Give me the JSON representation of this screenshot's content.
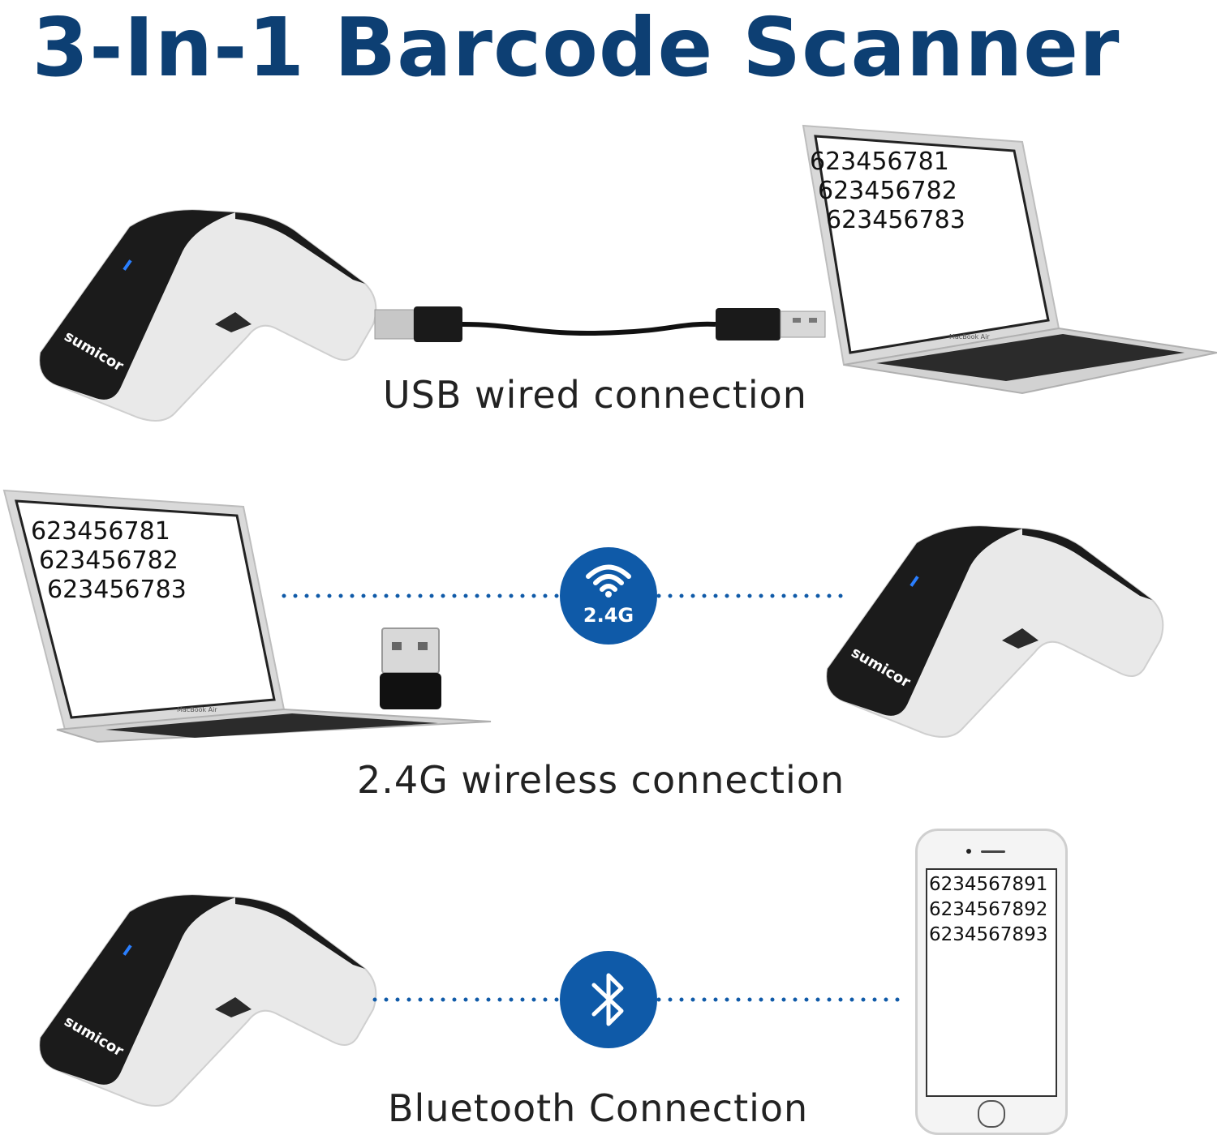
{
  "title": "3-In-1 Barcode Scanner",
  "brand": "sumicor",
  "laptop_model": "MacBook Air",
  "badge_label": "2.4G",
  "sections": {
    "usb": {
      "caption": "USB wired connection",
      "numbers": [
        "623456781",
        "623456782",
        "623456783"
      ]
    },
    "wireless": {
      "caption": "2.4G wireless connection",
      "numbers": [
        "623456781",
        "623456782",
        "623456783"
      ]
    },
    "bluetooth": {
      "caption": "Bluetooth Connection",
      "numbers": [
        "6234567891",
        "6234567892",
        "6234567893"
      ]
    }
  },
  "colors": {
    "title": "#0d3f73",
    "accent": "#0f5aa8",
    "scanner_dark": "#1a1a1a",
    "scanner_light": "#ececec"
  },
  "icons": [
    "wifi-icon",
    "bluetooth-icon",
    "usb-cable-icon",
    "usb-dongle-icon"
  ]
}
